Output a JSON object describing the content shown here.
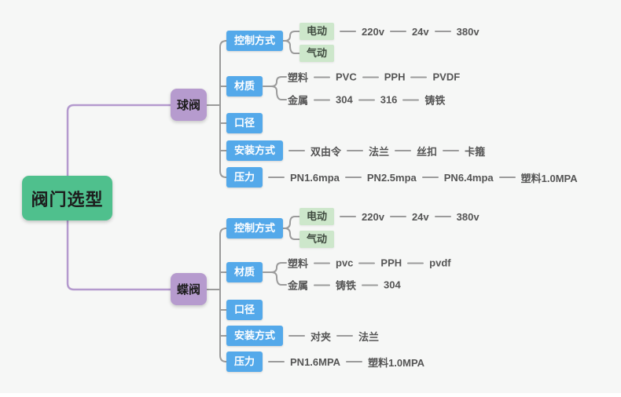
{
  "root": {
    "label": "阀门选型"
  },
  "branches": [
    {
      "label": "球阀",
      "topics": [
        {
          "label": "控制方式",
          "children": [
            {
              "label": "电动",
              "chain": [
                "220v",
                "24v",
                "380v"
              ]
            },
            {
              "label": "气动",
              "chain": []
            }
          ]
        },
        {
          "label": "材质",
          "children": [
            {
              "label": "塑料",
              "chain": [
                "PVC",
                "PPH",
                "PVDF"
              ]
            },
            {
              "label": "金属",
              "chain": [
                "304",
                "316",
                "铸铁"
              ]
            }
          ]
        },
        {
          "label": "口径",
          "chain": []
        },
        {
          "label": "安装方式",
          "chain": [
            "双由令",
            "法兰",
            "丝扣",
            "卡箍"
          ]
        },
        {
          "label": "压力",
          "chain": [
            "PN1.6mpa",
            "PN2.5mpa",
            "PN6.4mpa",
            "塑料1.0MPA"
          ]
        }
      ]
    },
    {
      "label": "蝶阀",
      "topics": [
        {
          "label": "控制方式",
          "children": [
            {
              "label": "电动",
              "chain": [
                "220v",
                "24v",
                "380v"
              ]
            },
            {
              "label": "气动",
              "chain": []
            }
          ]
        },
        {
          "label": "材质",
          "children": [
            {
              "label": "塑料",
              "chain": [
                "pvc",
                "PPH",
                "pvdf"
              ]
            },
            {
              "label": "金属",
              "chain": [
                "铸铁",
                "304"
              ]
            }
          ]
        },
        {
          "label": "口径",
          "chain": []
        },
        {
          "label": "安装方式",
          "chain": [
            "对夹",
            "法兰"
          ]
        },
        {
          "label": "压力",
          "chain": [
            "PN1.6MPA",
            "塑料1.0MPA"
          ]
        }
      ]
    }
  ],
  "palette": {
    "background": "#f6f7f6",
    "root_green": "#4fc08d",
    "branch_purple": "#b69bce",
    "branch_line_purple": "#b49ace",
    "topic_blue": "#54a9ea",
    "subtopic_green": "#cde7cb",
    "connector_gray": "#9b9b9b",
    "chain_text_gray": "#555555"
  }
}
